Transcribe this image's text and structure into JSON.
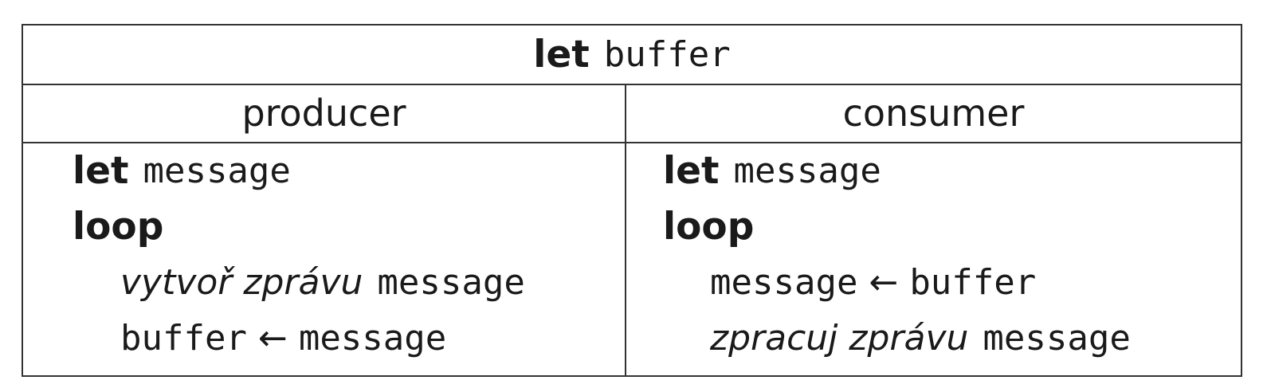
{
  "header": {
    "keyword": "let",
    "variable": "buffer"
  },
  "columns": {
    "producer": {
      "title": "producer",
      "line1_keyword": "let",
      "line1_var": "message",
      "line2_keyword": "loop",
      "line3_text": "vytvoř zprávu",
      "line3_var": "message",
      "line4_target": "buffer",
      "line4_arrow": "←",
      "line4_source": "message"
    },
    "consumer": {
      "title": "consumer",
      "line1_keyword": "let",
      "line1_var": "message",
      "line2_keyword": "loop",
      "line3_target": "message",
      "line3_arrow": "←",
      "line3_source": "buffer",
      "line4_text": "zpracuj zprávu",
      "line4_var": "message"
    }
  }
}
